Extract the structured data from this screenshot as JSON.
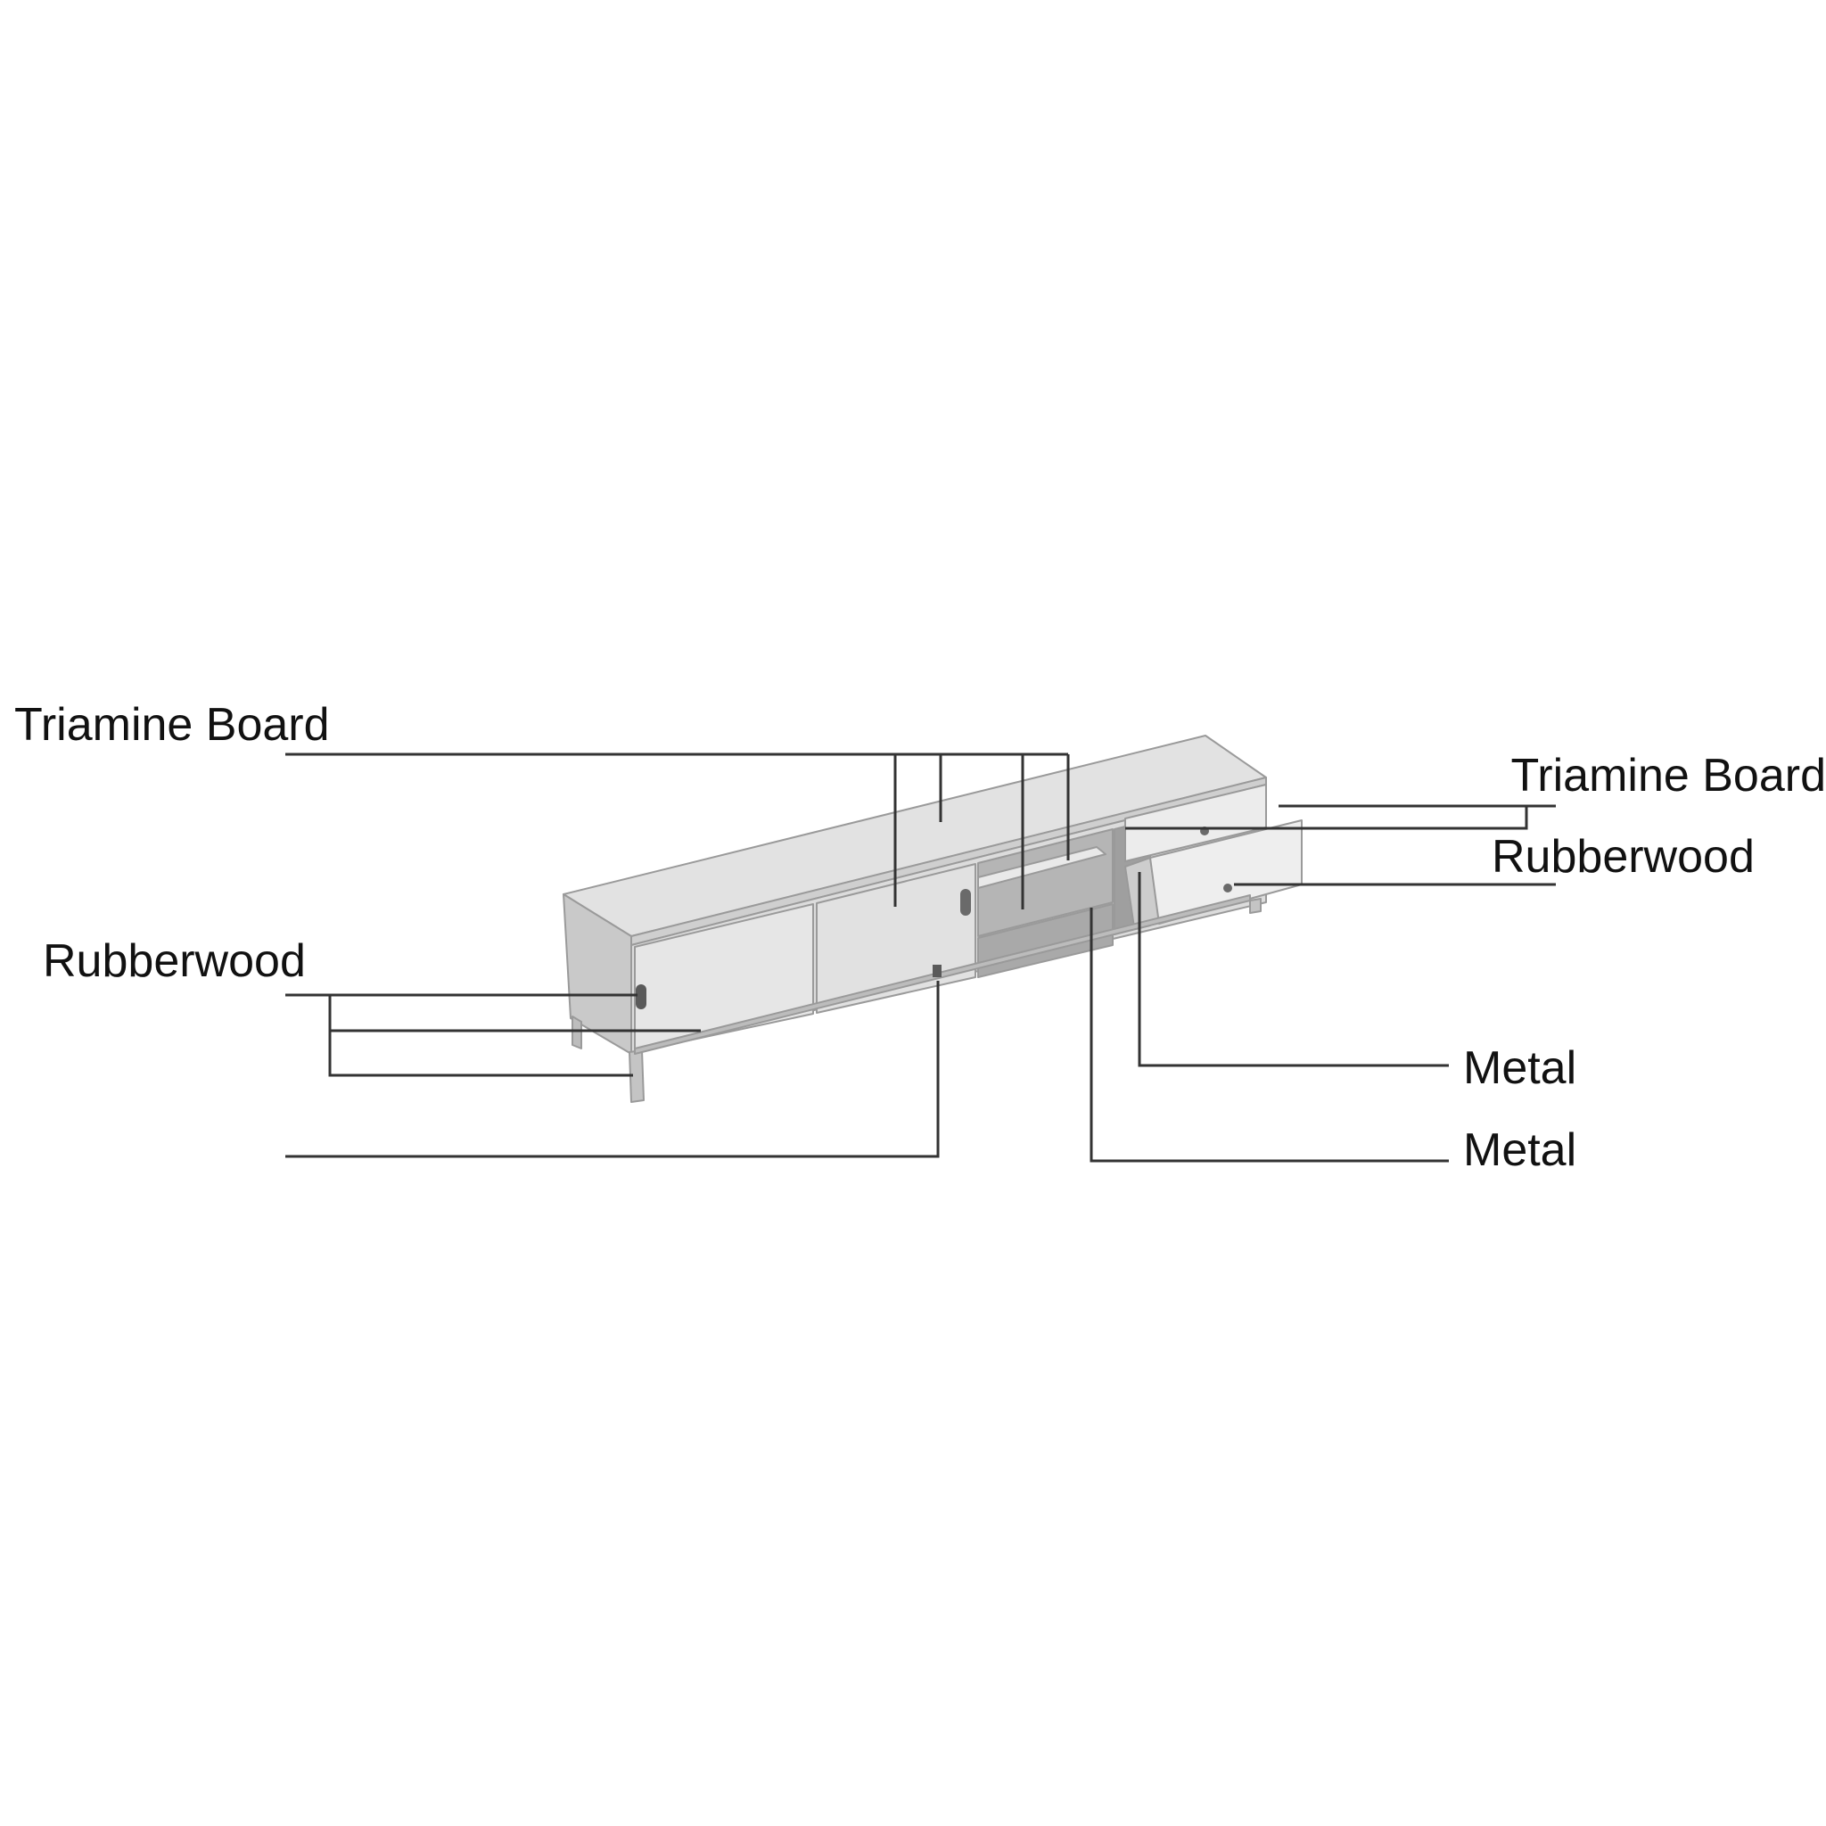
{
  "diagram": {
    "subject": "tv-cabinet",
    "colors": {
      "background": "#ffffff",
      "leader_line": "#333333",
      "label_text": "#111111",
      "cabinet_light": "#e8e8e8",
      "cabinet_mid": "#d4d4d4",
      "cabinet_dark": "#b8b8b8",
      "cabinet_outline": "#9a9a9a"
    },
    "callouts": [
      {
        "id": "tl",
        "text": "Triamine Board",
        "side": "left"
      },
      {
        "id": "ml",
        "text": "Rubberwood",
        "side": "left"
      },
      {
        "id": "tr",
        "text": "Triamine Board",
        "side": "right"
      },
      {
        "id": "rr",
        "text": "Rubberwood",
        "side": "right"
      },
      {
        "id": "m1",
        "text": "Metal",
        "side": "right"
      },
      {
        "id": "m2",
        "text": "Metal",
        "side": "right"
      }
    ]
  }
}
